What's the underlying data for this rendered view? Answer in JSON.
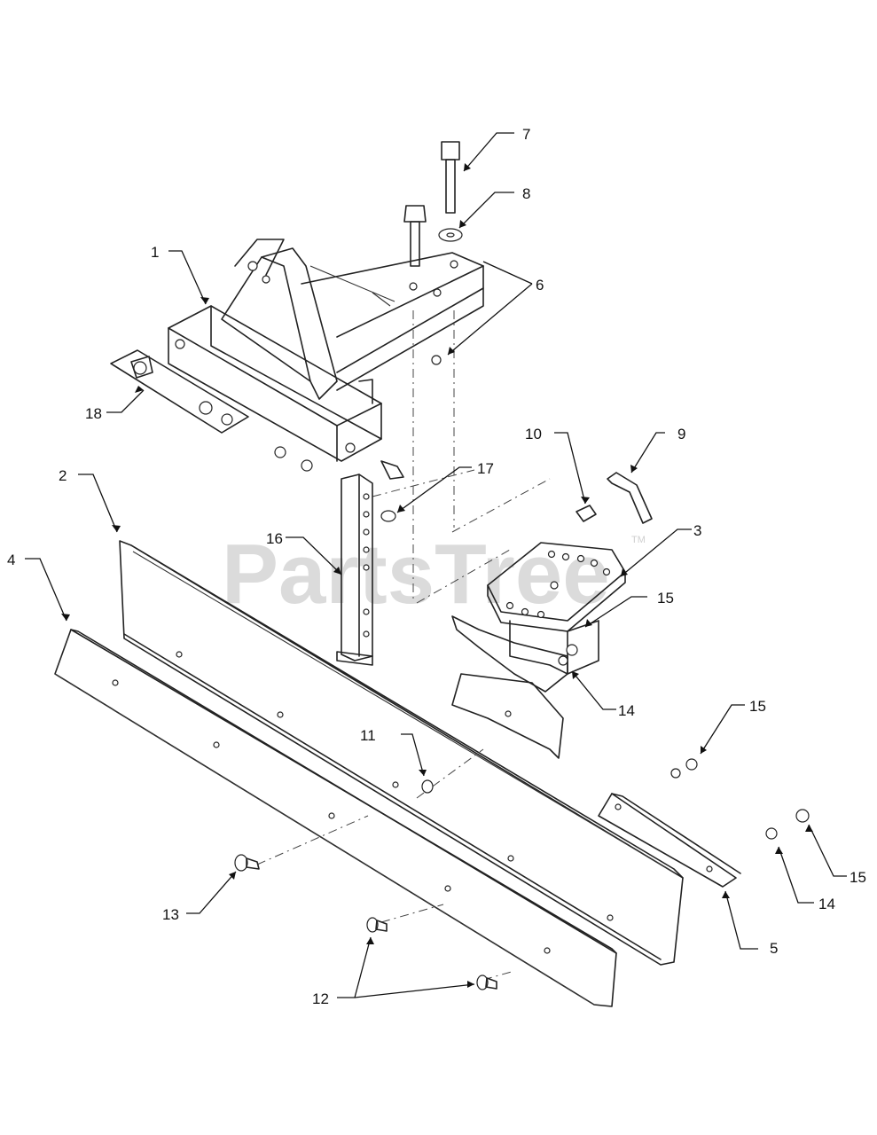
{
  "watermark": {
    "text": "PartsTree",
    "tm": "TM"
  },
  "callouts": {
    "c1": "1",
    "c2": "2",
    "c3": "3",
    "c4": "4",
    "c5": "5",
    "c6": "6",
    "c7": "7",
    "c8": "8",
    "c9": "9",
    "c10": "10",
    "c11": "11",
    "c12": "12",
    "c13": "13",
    "c14a": "14",
    "c14b": "14",
    "c15a": "15",
    "c15b": "15",
    "c15c": "15",
    "c16": "16",
    "c17": "17",
    "c18": "18"
  }
}
